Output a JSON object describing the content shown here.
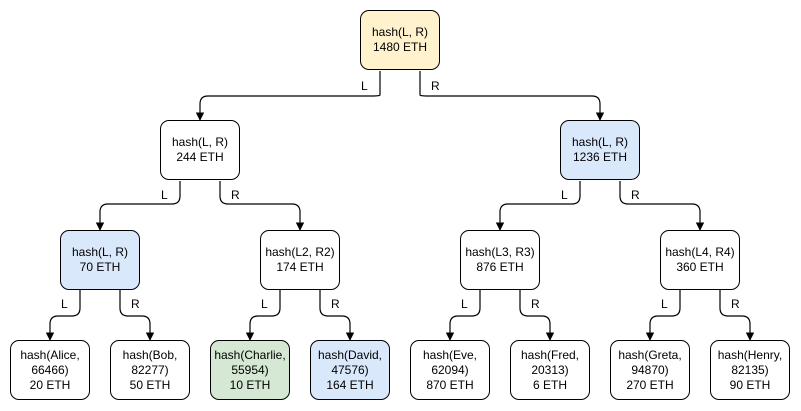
{
  "edge_labels": {
    "left": "L",
    "right": "R"
  },
  "colors": {
    "root": "#fff2cc",
    "highlight": "#dae8fc",
    "owner": "#d5e8d4",
    "default": "#ffffff"
  },
  "nodes": {
    "root": {
      "line1": "hash(L, R)",
      "line2": "1480 ETH"
    },
    "n_l": {
      "line1": "hash(L, R)",
      "line2": "244 ETH"
    },
    "n_r": {
      "line1": "hash(L, R)",
      "line2": "1236 ETH"
    },
    "n_ll": {
      "line1": "hash(L, R)",
      "line2": "70 ETH"
    },
    "n_lr": {
      "line1": "hash(L2, R2)",
      "line2": "174 ETH"
    },
    "n_rl": {
      "line1": "hash(L3, R3)",
      "line2": "876 ETH"
    },
    "n_rr": {
      "line1": "hash(L4, R4)",
      "line2": "360 ETH"
    },
    "leaf_alice": {
      "line1": "hash(Alice,",
      "line2": "66466)",
      "line3": "20 ETH"
    },
    "leaf_bob": {
      "line1": "hash(Bob,",
      "line2": "82277)",
      "line3": "50 ETH"
    },
    "leaf_charlie": {
      "line1": "hash(Charlie,",
      "line2": "55954)",
      "line3": "10 ETH"
    },
    "leaf_david": {
      "line1": "hash(David,",
      "line2": "47576)",
      "line3": "164 ETH"
    },
    "leaf_eve": {
      "line1": "hash(Eve,",
      "line2": "62094)",
      "line3": "870 ETH"
    },
    "leaf_fred": {
      "line1": "hash(Fred,",
      "line2": "20313)",
      "line3": "6 ETH"
    },
    "leaf_greta": {
      "line1": "hash(Greta,",
      "line2": "94870)",
      "line3": "270 ETH"
    },
    "leaf_henry": {
      "line1": "hash(Henry,",
      "line2": "82135)",
      "line3": "90 ETH"
    }
  }
}
